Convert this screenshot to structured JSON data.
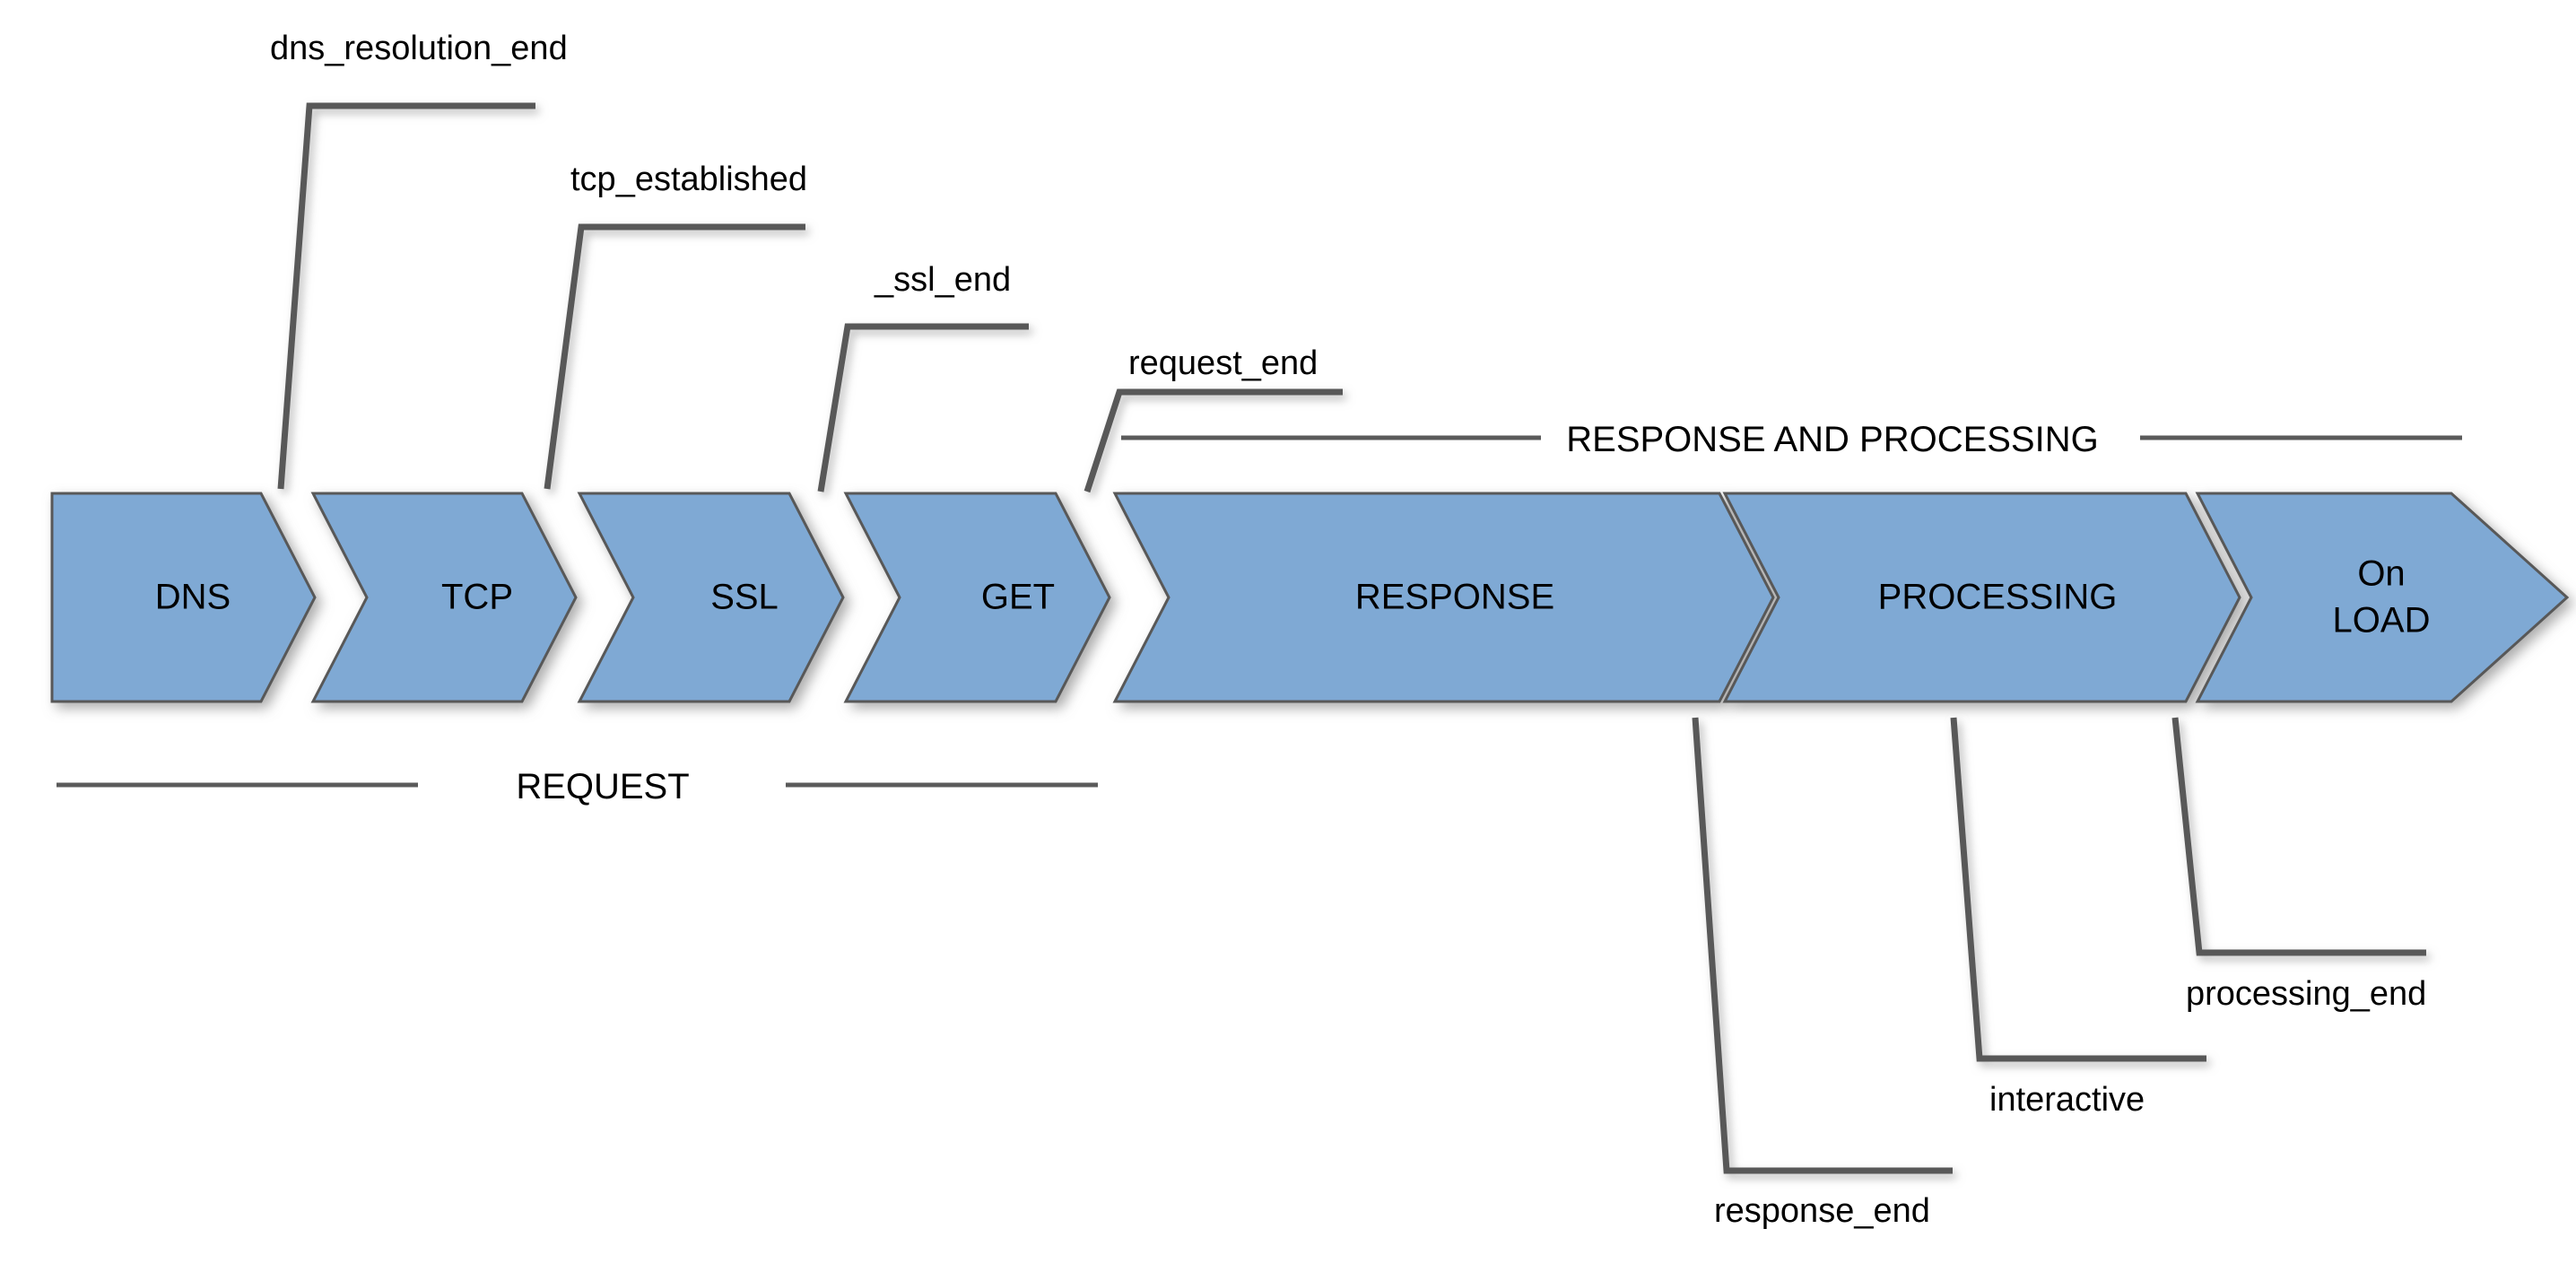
{
  "diagram": {
    "title": "Web page load timeline chevron diagram",
    "background_color": "#ffffff",
    "chevron_fill": "#7FA9D4",
    "chevron_stroke": "#595959",
    "leader_color": "#595959",
    "text_color": "#000000"
  },
  "stages": [
    {
      "label": "DNS"
    },
    {
      "label": "TCP"
    },
    {
      "label": "SSL"
    },
    {
      "label": "GET"
    },
    {
      "label": "RESPONSE"
    },
    {
      "label": "PROCESSING"
    },
    {
      "label_line1": "On",
      "label_line2": "LOAD"
    }
  ],
  "top_callouts": [
    {
      "label": "dns_resolution_end"
    },
    {
      "label": "tcp_established"
    },
    {
      "label": "_ssl_end"
    },
    {
      "label": "request_end"
    }
  ],
  "bottom_callouts": [
    {
      "label": "response_end"
    },
    {
      "label": "interactive"
    },
    {
      "label": "processing_end"
    }
  ],
  "brackets": [
    {
      "label": "REQUEST"
    },
    {
      "label": "RESPONSE AND PROCESSING"
    }
  ]
}
